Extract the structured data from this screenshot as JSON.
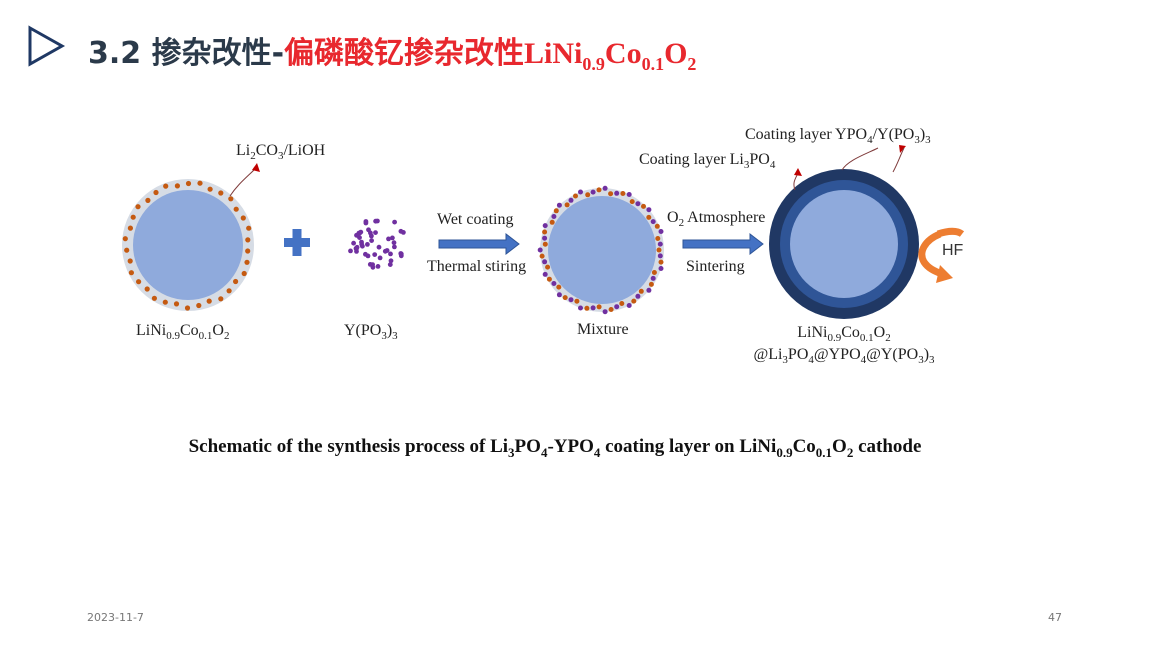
{
  "header": {
    "title_black": "3.2 掺杂改性-",
    "title_red": "偏磷酸钇掺杂改性",
    "formula": {
      "a": "LiNi",
      "b": "0.9",
      "c": "Co",
      "d": "0.1",
      "e": "O",
      "f": "2"
    }
  },
  "diagram": {
    "precursor_label": {
      "a": "Li",
      "b": "2",
      "c": "CO",
      "d": "3",
      "e": "/LiOH"
    },
    "cathode_label": {
      "a": "LiNi",
      "b": "0.9",
      "c": "Co",
      "d": "0.1",
      "e": "O",
      "f": "2"
    },
    "ypo_label": {
      "a": "Y(PO",
      "b": "3",
      "c": ")",
      "d": "3"
    },
    "step1_top": "Wet coating",
    "step1_bottom": "Thermal stiring",
    "mixture_label": "Mixture",
    "step2_top": {
      "a": "O",
      "b": "2",
      "c": " Atmosphere"
    },
    "step2_bottom": "Sintering",
    "coating_outer": {
      "a": "Coating layer YPO",
      "b": "4",
      "c": "/Y(PO",
      "d": "3",
      "e": ")",
      "f": "3"
    },
    "coating_inner": {
      "a": "Coating layer Li",
      "b": "3",
      "c": "PO",
      "d": "4"
    },
    "hf_label": "HF",
    "product_line1": {
      "a": "LiNi",
      "b": "0.9",
      "c": "Co",
      "d": "0.1",
      "e": "O",
      "f": "2"
    },
    "product_line2": {
      "a": "@Li",
      "b": "3",
      "c": "PO",
      "d": "4",
      "e": "@YPO",
      "f": "4",
      "g": "@Y(PO",
      "h": "3",
      "i": ")",
      "j": "3"
    }
  },
  "caption": {
    "a": "Schematic of the synthesis process of Li",
    "b": "3",
    "c": "PO",
    "d": "4",
    "e": "-YPO",
    "f": "4",
    "g": " coating layer on LiNi",
    "h": "0.9",
    "i": "Co",
    "j": "0.1",
    "k": "O",
    "l": "2",
    "m": " cathode"
  },
  "footer": {
    "date": "2023-11-7",
    "page": "47"
  },
  "colors": {
    "core": "#8faadc",
    "shell": "#d6dce5",
    "li_dot": "#c55a11",
    "y_dot": "#7030a0",
    "arrow": "#4472c4",
    "navy": "#203864",
    "hf_arrow": "#ed7d31",
    "title_red": "#e8282e"
  }
}
